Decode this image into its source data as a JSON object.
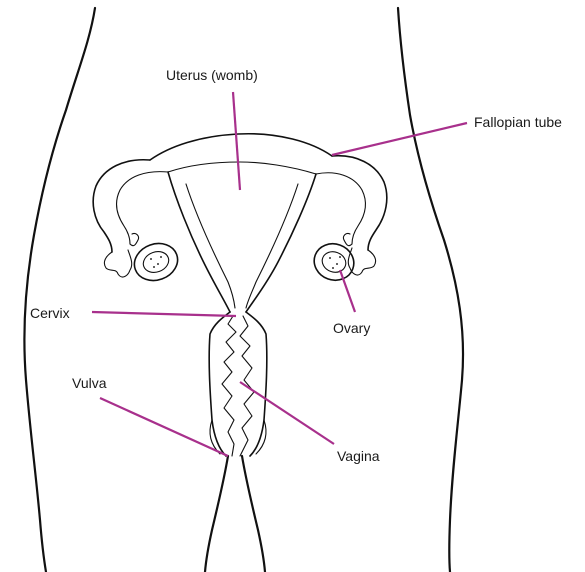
{
  "labels": {
    "uterus": "Uterus (womb)",
    "fallopian_tube": "Fallopian tube",
    "cervix": "Cervix",
    "ovary": "Ovary",
    "vulva": "Vulva",
    "vagina": "Vagina"
  },
  "colors": {
    "leader_line": "#a8308c",
    "outline": "#111111",
    "background": "#ffffff"
  }
}
